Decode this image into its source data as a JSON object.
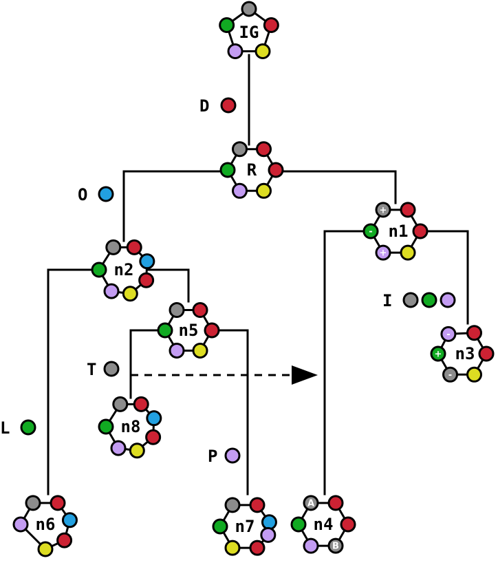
{
  "colors": {
    "gray": "#8c8c8c",
    "red": "#cc2233",
    "green": "#11aa22",
    "yellow": "#dddd22",
    "purple": "#c39cf2",
    "blue": "#22a0e0"
  },
  "nodes": {
    "IG": {
      "label": "IG",
      "balls": [
        "gray",
        "red",
        "yellow",
        "purple",
        "green"
      ]
    },
    "R": {
      "label": "R",
      "balls": [
        "gray",
        "red",
        "red",
        "yellow",
        "purple",
        "green"
      ]
    },
    "n1": {
      "label": "n1",
      "balls": [
        "gray",
        "red",
        "red",
        "yellow",
        "purple",
        "green"
      ],
      "marks": [
        "+",
        "",
        "",
        "",
        "+",
        "-"
      ]
    },
    "n2": {
      "label": "n2",
      "balls": [
        "gray",
        "red",
        "blue",
        "red",
        "yellow",
        "purple",
        "green"
      ]
    },
    "n3": {
      "label": "n3",
      "balls": [
        "red",
        "red",
        "yellow",
        "gray",
        "green",
        "purple"
      ],
      "marks": [
        "",
        "",
        "",
        "-",
        "+",
        "-"
      ]
    },
    "n4": {
      "label": "n4",
      "balls": [
        "gray",
        "red",
        "red",
        "gray",
        "purple",
        "green"
      ],
      "marks": [
        "A",
        "",
        "",
        "B",
        "",
        ""
      ]
    },
    "n5": {
      "label": "n5",
      "balls": [
        "gray",
        "red",
        "red",
        "yellow",
        "purple",
        "green"
      ]
    },
    "n6": {
      "label": "n6",
      "balls": [
        "gray",
        "red",
        "blue",
        "red",
        "yellow",
        "purple"
      ]
    },
    "n7": {
      "label": "n7",
      "balls": [
        "gray",
        "red",
        "blue",
        "purple",
        "red",
        "yellow",
        "green"
      ]
    },
    "n8": {
      "label": "n8",
      "balls": [
        "gray",
        "red",
        "blue",
        "red",
        "yellow",
        "purple",
        "green"
      ]
    }
  },
  "events": {
    "D": {
      "label": "D",
      "balls": [
        "red"
      ]
    },
    "O": {
      "label": "O",
      "balls": [
        "blue"
      ]
    },
    "I": {
      "label": "I",
      "balls": [
        "gray",
        "green",
        "purple"
      ]
    },
    "T": {
      "label": "T",
      "balls": [
        "gray"
      ]
    },
    "L": {
      "label": "L",
      "balls": [
        "green"
      ]
    },
    "P": {
      "label": "P",
      "balls": [
        "purple"
      ]
    }
  }
}
